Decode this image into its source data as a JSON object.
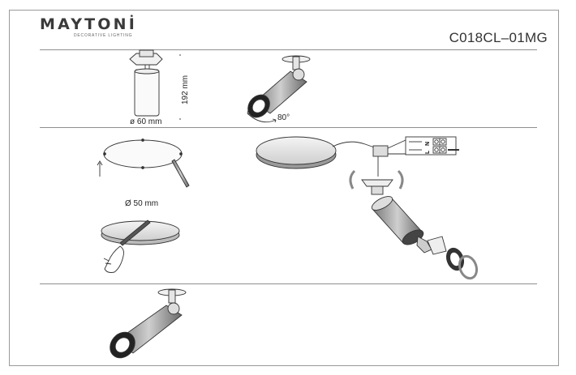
{
  "header": {
    "brand": "MAYTONİ",
    "tagline": "DECORATIVE LIGHTING",
    "model": "C018CL–01MG"
  },
  "dimensions": {
    "height": "192 mm",
    "diameter": "ø 60 mm",
    "rotation": "80°",
    "cutout": "Ø 50 mm"
  },
  "terminal": {
    "neutral": "N",
    "live": "L"
  }
}
